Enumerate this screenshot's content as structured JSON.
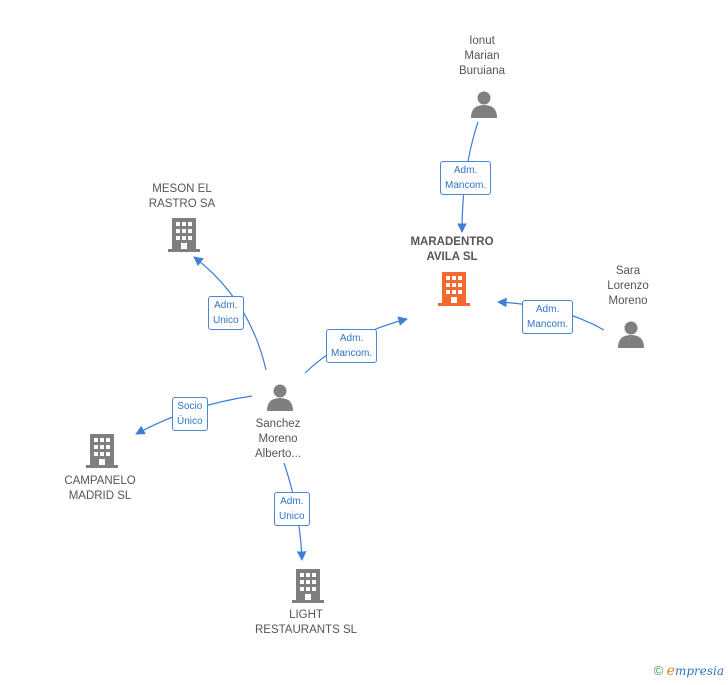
{
  "colors": {
    "edge": "#3d7ed6",
    "node_gray": "#7f7f7f",
    "main_company": "#f26a30",
    "label_text": "#555555"
  },
  "nodes": {
    "ionut": {
      "line1": "Ionut",
      "line2": "Marian",
      "line3": "Buruiana",
      "icon": "person-icon"
    },
    "maradentro": {
      "line1": "MARADENTRO",
      "line2": "AVILA  SL",
      "icon": "building-icon"
    },
    "sara": {
      "line1": "Sara",
      "line2": "Lorenzo",
      "line3": "Moreno",
      "icon": "person-icon"
    },
    "meson": {
      "line1": "MESON EL",
      "line2": "RASTRO SA",
      "icon": "building-icon"
    },
    "sanchez": {
      "line1": "Sanchez",
      "line2": "Moreno",
      "line3": "Alberto...",
      "icon": "person-icon"
    },
    "campanelo": {
      "line1": "CAMPANELO",
      "line2": "MADRID SL",
      "icon": "building-icon"
    },
    "light": {
      "line1": "LIGHT",
      "line2": "RESTAURANTS SL",
      "icon": "building-icon"
    }
  },
  "edges": {
    "ionut_maradentro": {
      "line1": "Adm.",
      "line2": "Mancom."
    },
    "sara_maradentro": {
      "line1": "Adm.",
      "line2": "Mancom."
    },
    "sanchez_maradentro": {
      "line1": "Adm.",
      "line2": "Mancom."
    },
    "sanchez_meson": {
      "line1": "Adm.",
      "line2": "Unico"
    },
    "sanchez_campanelo": {
      "line1": "Socio",
      "line2": "Único"
    },
    "sanchez_light": {
      "line1": "Adm.",
      "line2": "Unico"
    }
  },
  "footer": {
    "copyright": "©",
    "brand_first": "e",
    "brand_rest": "mpresia"
  }
}
